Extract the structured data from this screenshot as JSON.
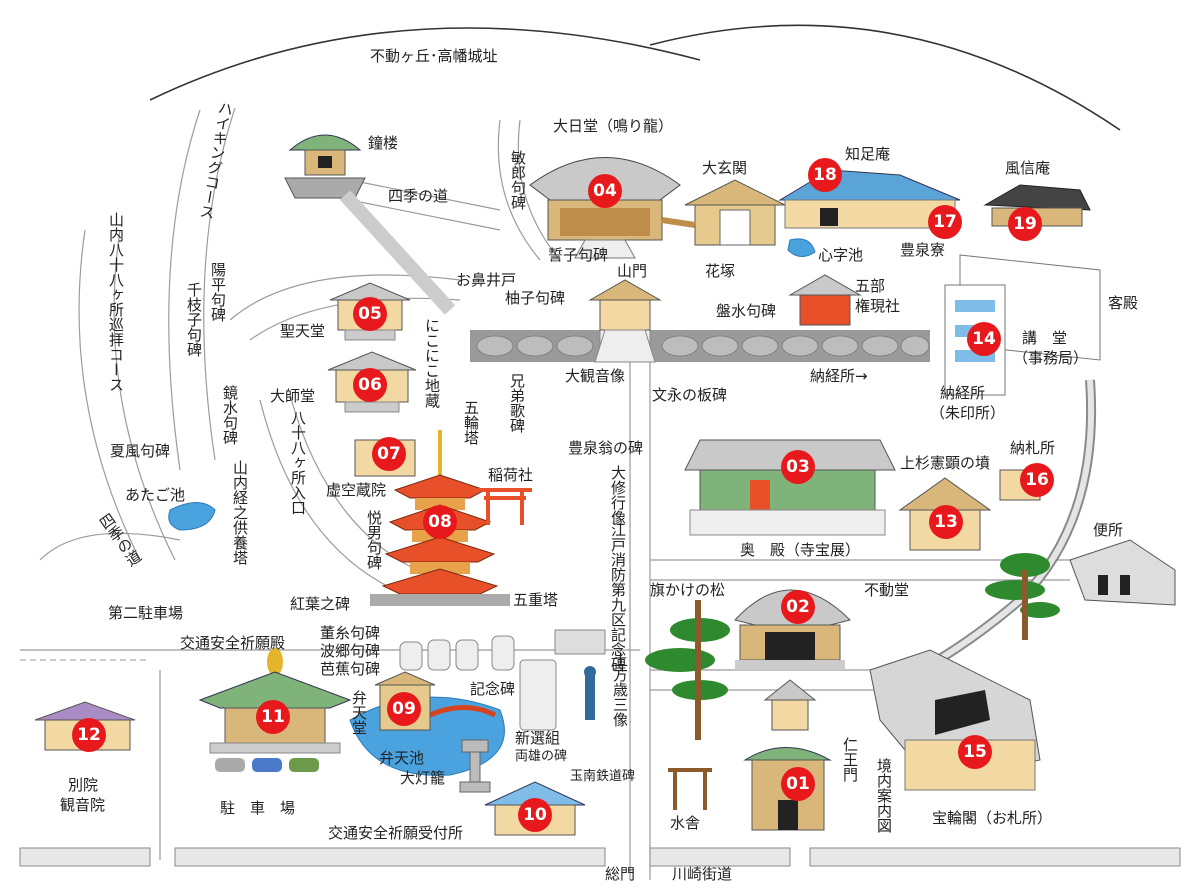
{
  "colors": {
    "marker": "#e8191c",
    "road": "#ffffff",
    "road_edge": "#999999",
    "stone": "#9a9a9a",
    "water": "#4aa3df",
    "roof_green": "#7fb37a",
    "roof_blue": "#5ba4d8",
    "wood": "#d9b67a",
    "vermilion": "#e8502a"
  },
  "markers": [
    "01",
    "02",
    "03",
    "04",
    "05",
    "06",
    "07",
    "08",
    "09",
    "10",
    "11",
    "12",
    "13",
    "14",
    "15",
    "16",
    "17",
    "18",
    "19"
  ],
  "labels": {
    "fudogaoka": "不動ヶ丘･高幡城址",
    "dainichido": "大日堂（鳴り龍）",
    "shoro": "鐘楼",
    "shiki_michi": "四季の道",
    "bunro": "敏郎句碑",
    "daigenkan": "大玄関",
    "chisokuan": "知足庵",
    "fushinan": "風信庵",
    "seishi": "誓子句碑",
    "shinjiike": "心字池",
    "hosenryo": "豊泉寮",
    "hanazuka": "花塚",
    "sanmon": "山門",
    "gobu": "五部",
    "gongensha": "権現社",
    "kyakuden": "客殿",
    "hanagui": "お鼻井戸",
    "yuzuko": "柚子句碑",
    "bansui": "盤水句碑",
    "kodo": "講　堂",
    "jimukyoku": "（事務局）",
    "hiking": "ハイキングコース",
    "yamauchi88": "山内八十八ヶ所巡拝コース",
    "yohei": "陽平句碑",
    "chieko": "千枝子句碑",
    "shotendo": "聖天堂",
    "nikoniko": "にこにこ地蔵",
    "daikannon": "大観音像",
    "noukyosho_arrow": "納経所→",
    "daishido": "大師堂",
    "hachijuhakkasho": "八十八ヶ所入口",
    "kyosui": "鏡水句碑",
    "gorinto": "五輪塔",
    "kyodai": "兄弟歌碑",
    "noukyosho": "納経所",
    "shuinsho": "（朱印所）",
    "bunei": "文永の板碑",
    "natsukaze": "夏風句碑",
    "kokuzoin": "虚空蔵院",
    "hosenou": "豊泉翁の碑",
    "noufudasho": "納札所",
    "inarisha": "稲荷社",
    "uesugi": "上杉憲顕の墳",
    "atagoike": "あたご池",
    "kyoyoto": "山内経之供養塔",
    "daishugyo": "大修行像",
    "shiki_michi2": "四季の道",
    "etsuo": "悦男句碑",
    "edo": "江戸消防第九区記念碑",
    "okuden": "奥　殿（寺宝展）",
    "benjo": "便所",
    "kouyou": "紅葉之碑",
    "gojunoto": "五重塔",
    "hatakake": "旗かけの松",
    "fudodo": "不動堂",
    "daini_parking": "第二駐車場",
    "kotsu_kiganden": "交通安全祈願殿",
    "toushi": "董糸句碑",
    "hago": "波郷句碑",
    "basho": "芭蕉句碑",
    "kinenhi": "記念碑",
    "hijikata": "土方歳三像",
    "benten_do": "弁天堂",
    "shinsengumi": "新選組",
    "ryouyu": "両雄の碑",
    "nioumon": "仁王門",
    "keidai": "境内案内図",
    "bentenike": "弁天池",
    "daitoro": "大灯籠",
    "gyokunan": "玉南鉄道碑",
    "betsuin": "別院",
    "kannonin": "観音院",
    "chushajo": "駐　車　場",
    "suisha": "水舎",
    "horinkaku": "宝輪閣（お札所）",
    "kotsu_uketsuke": "交通安全祈願受付所",
    "somon": "総門",
    "kawasaki": "川崎街道"
  }
}
